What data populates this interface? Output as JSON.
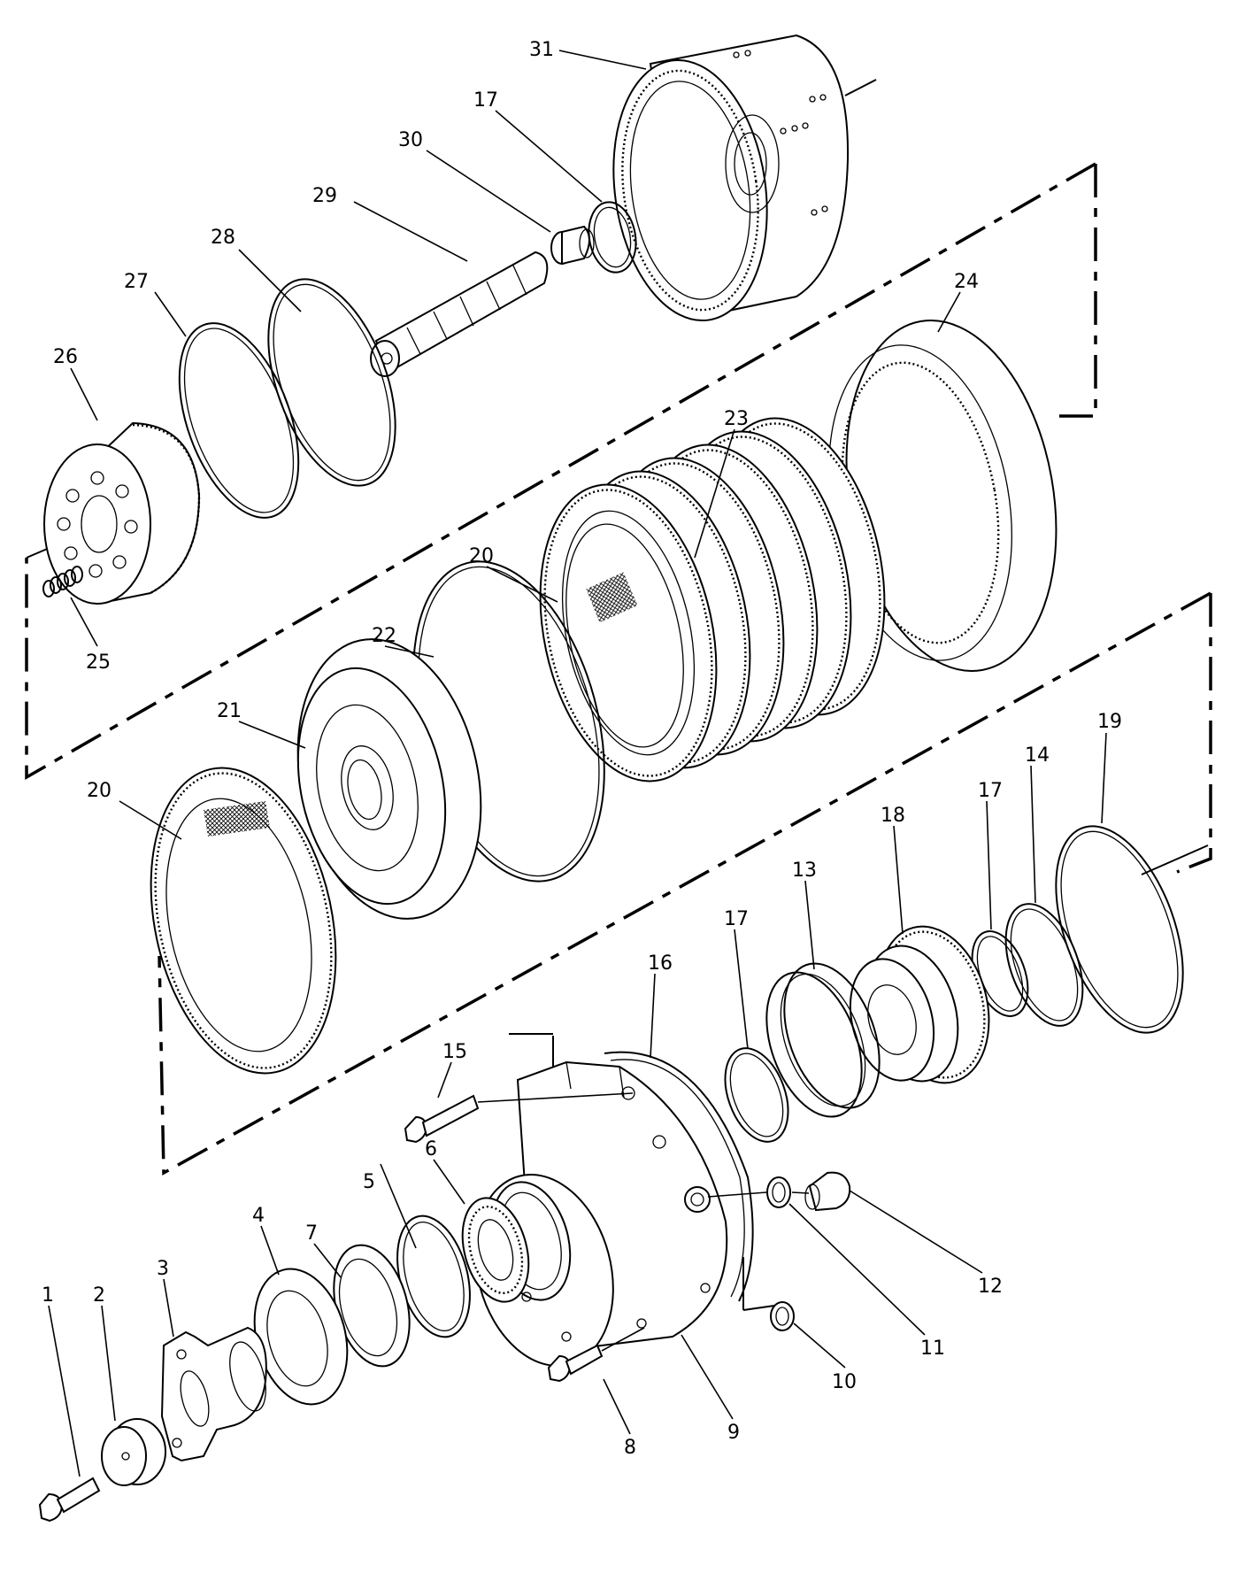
{
  "callouts": {
    "c1": "1",
    "c2": "2",
    "c3": "3",
    "c4": "4",
    "c5": "5",
    "c6": "6",
    "c7": "7",
    "c8": "8",
    "c9": "9",
    "c10": "10",
    "c11": "11",
    "c12": "12",
    "c13": "13",
    "c14": "14",
    "c15": "15",
    "c16": "16",
    "c17a": "17",
    "c17b": "17",
    "c17c": "17",
    "c18": "18",
    "c19": "19",
    "c20a": "20",
    "c20b": "20",
    "c21": "21",
    "c22": "22",
    "c23": "23",
    "c24": "24",
    "c25": "25",
    "c26": "26",
    "c27": "27",
    "c28": "28",
    "c29": "29",
    "c30": "30",
    "c31": "31"
  }
}
